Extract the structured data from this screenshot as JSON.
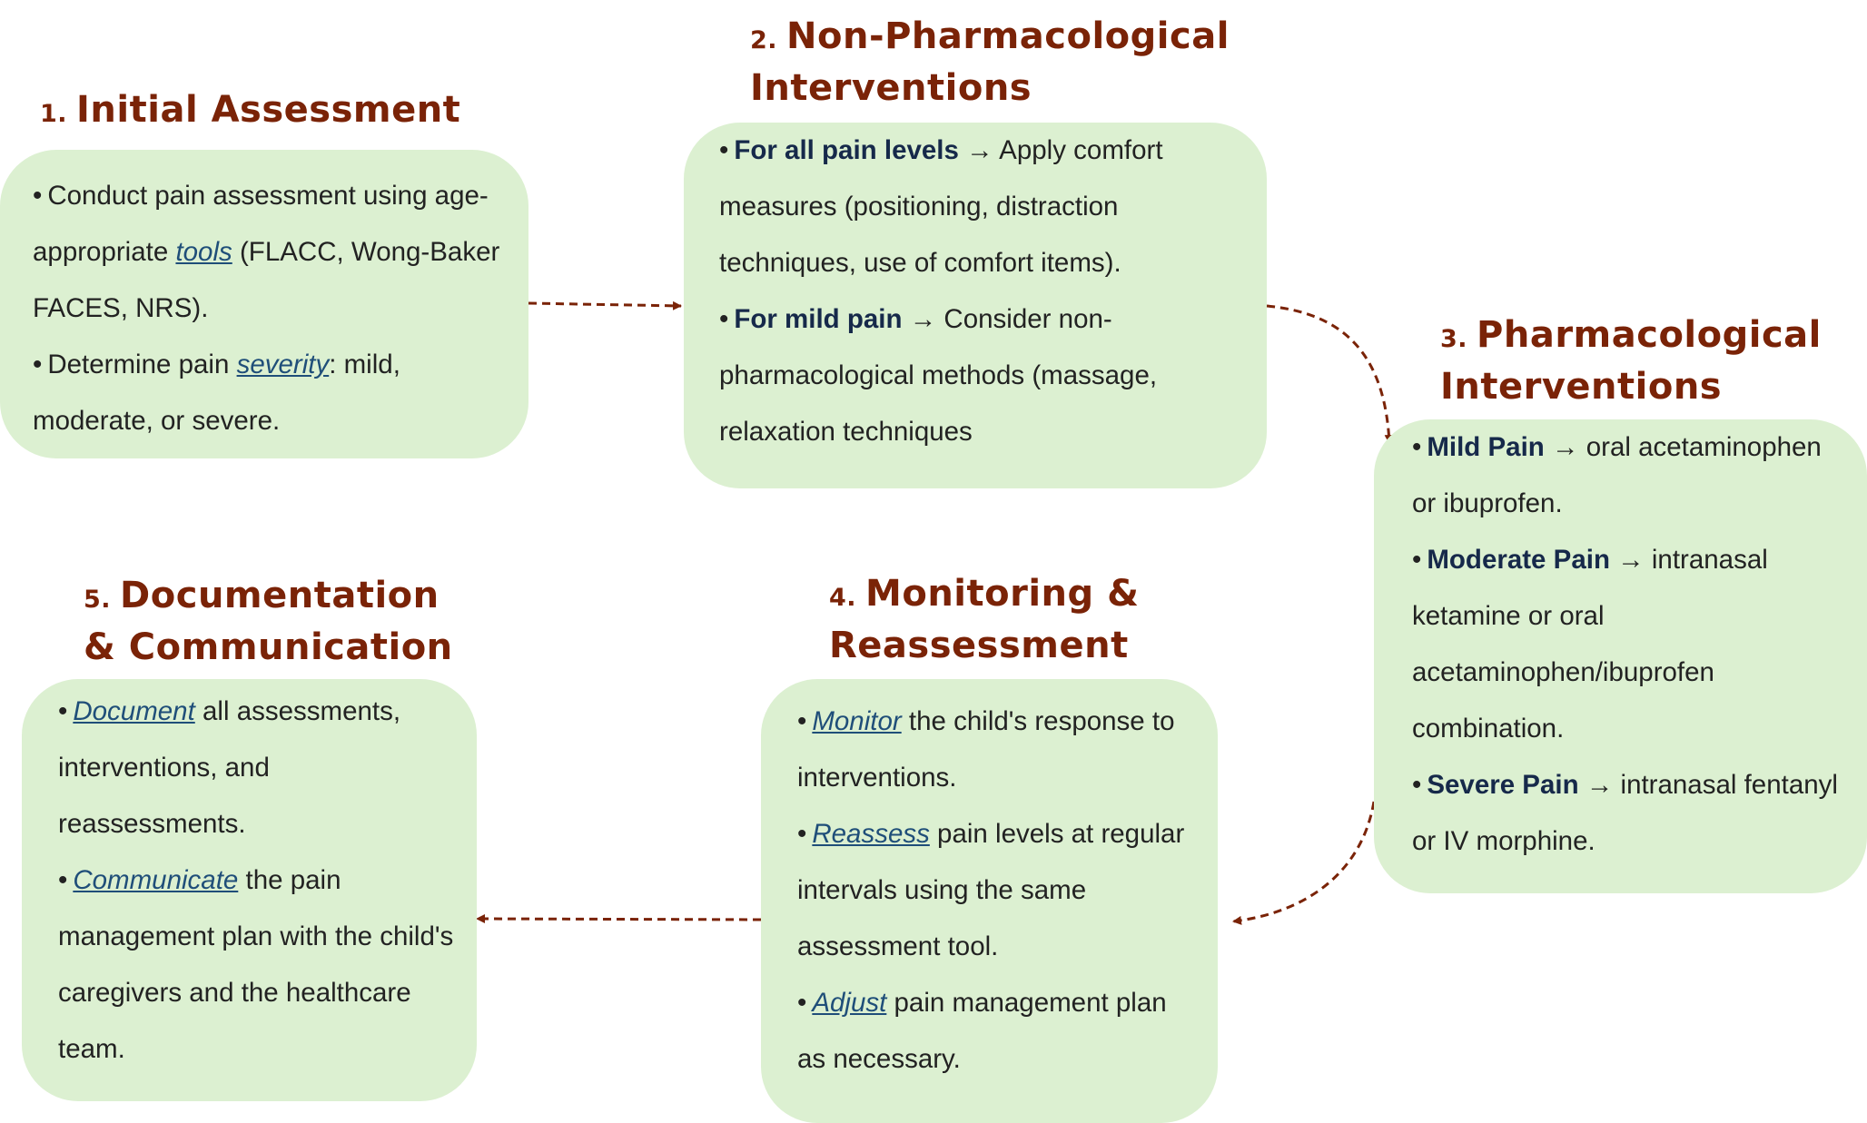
{
  "steps": [
    {
      "num": "1.",
      "title_lines": [
        "Initial Assessment"
      ],
      "items": [
        {
          "pre": "Conduct pain assessment using age-appropriate ",
          "link": "tools",
          "post": " (FLACC, Wong-Baker FACES, NRS)."
        },
        {
          "pre": "Determine pain ",
          "link": "severity",
          "post": ": mild, moderate, or severe."
        }
      ]
    },
    {
      "num": "2.",
      "title_lines": [
        "Non-Pharmacological",
        "Interventions"
      ],
      "items": [
        {
          "bold": "For all pain levels",
          "arrow": "→",
          "text": " Apply comfort measures (positioning, distraction techniques, use of comfort items)."
        },
        {
          "bold": "For mild pain",
          "arrow": "→",
          "text": " Consider non-pharmacological methods (massage, relaxation techniques"
        }
      ]
    },
    {
      "num": "3.",
      "title_lines": [
        "Pharmacological",
        "Interventions"
      ],
      "items": [
        {
          "bold": "Mild Pain",
          "arrow": "→",
          "text": " oral acetaminophen or ibuprofen."
        },
        {
          "bold": "Moderate Pain",
          "arrow": "→",
          "text": " intranasal ketamine or oral acetaminophen/ibuprofen combination."
        },
        {
          "bold": "Severe Pain",
          "arrow": "→",
          "text": " intranasal fentanyl or IV morphine."
        }
      ]
    },
    {
      "num": "4.",
      "title_lines": [
        "Monitoring &",
        "Reassessment"
      ],
      "items": [
        {
          "link": "Monitor",
          "post": " the child's response to interventions."
        },
        {
          "link": "Reassess",
          "post": " pain levels at regular intervals using the same assessment tool."
        },
        {
          "link": "Adjust",
          "post": " pain management plan as necessary."
        }
      ]
    },
    {
      "num": "5.",
      "title_lines": [
        "Documentation",
        "& Communication"
      ],
      "items": [
        {
          "link": "Document",
          "post": " all assessments, interventions, and reassessments."
        },
        {
          "link": "Communicate",
          "post": " the pain management plan with the child's caregivers and the healthcare team."
        }
      ]
    }
  ],
  "bullet": "•",
  "colors": {
    "heading": "#7a2307",
    "box_fill": "#dcf0d1",
    "arrow": "#7a2307",
    "link": "#1f4e79",
    "bold_text": "#16294a"
  }
}
